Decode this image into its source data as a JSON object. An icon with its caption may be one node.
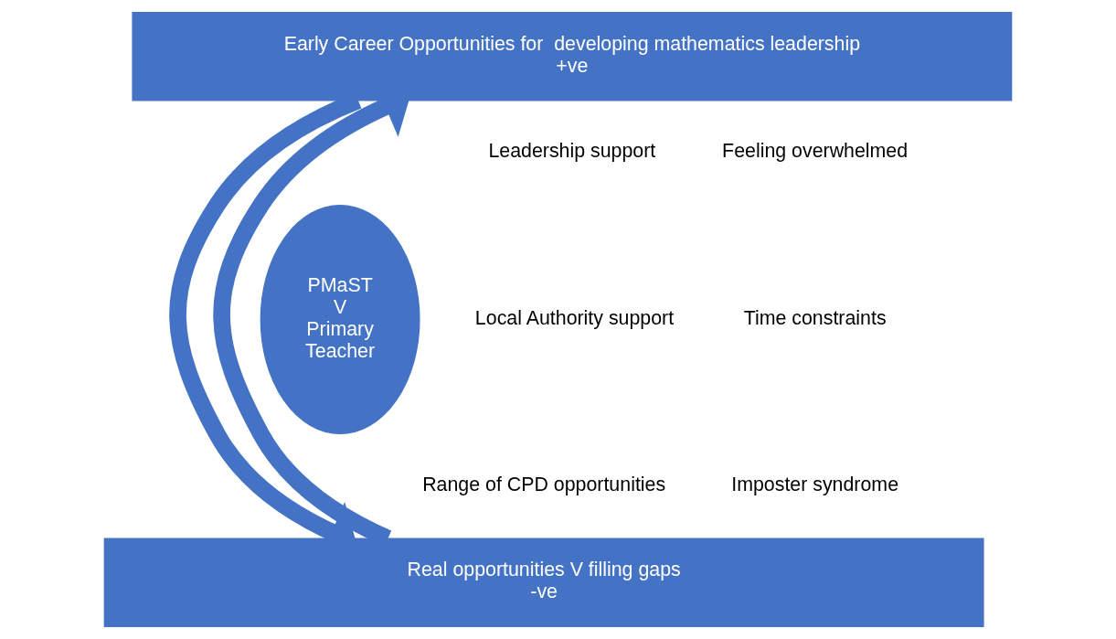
{
  "diagram": {
    "nodes": [
      {
        "text": [
          "Early Career Opportunities for  developing mathematics leadership",
          "+ve"
        ]
      },
      {
        "text": [
          "Real opportunities V filling gaps",
          "-ve"
        ]
      },
      {
        "text": [
          "PMaST",
          "V",
          "Primary",
          "Teacher"
        ]
      }
    ],
    "edges": [
      {
        "from": 1,
        "to": 0,
        "arrow": "to"
      },
      {
        "from": 0,
        "to": 1,
        "arrow": "to"
      }
    ],
    "labels": [
      "Leadership support",
      "Local Authority support",
      "Range of CPD opportunities",
      "Feeling overwhelmed",
      "Time constraints",
      "Imposter syndrome"
    ]
  }
}
